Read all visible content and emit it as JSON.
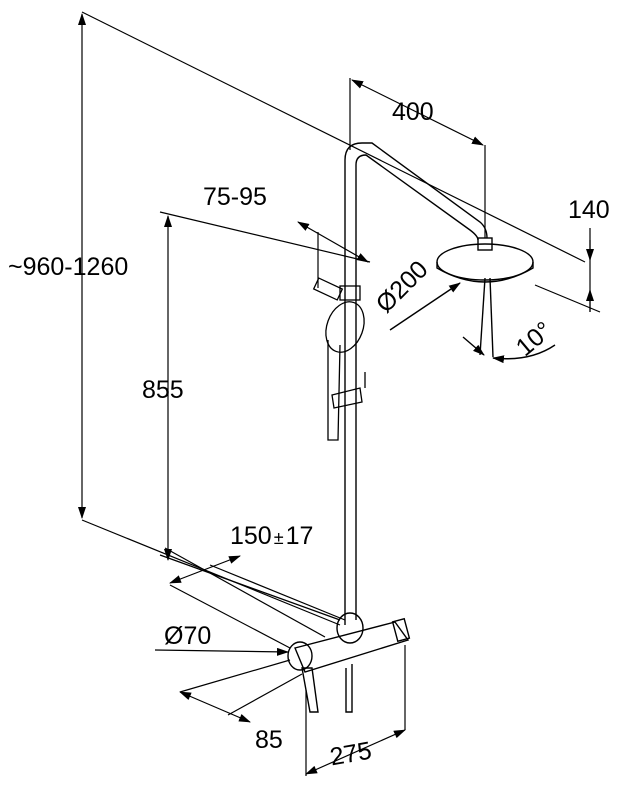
{
  "dimensions": {
    "arm_length": "400",
    "head_drop": "140",
    "holder_range": "75-95",
    "total_height": "~960-1260",
    "slide_height": "855",
    "head_diameter": "Ø200",
    "head_tilt": "10°",
    "wall_distance_value": "150",
    "wall_distance_pm": "±",
    "wall_distance_tol": "17",
    "escutcheon_diameter": "Ø70",
    "lever_projection": "85",
    "mixer_width": "275"
  },
  "colors": {
    "line": "#000000",
    "background": "#ffffff"
  }
}
